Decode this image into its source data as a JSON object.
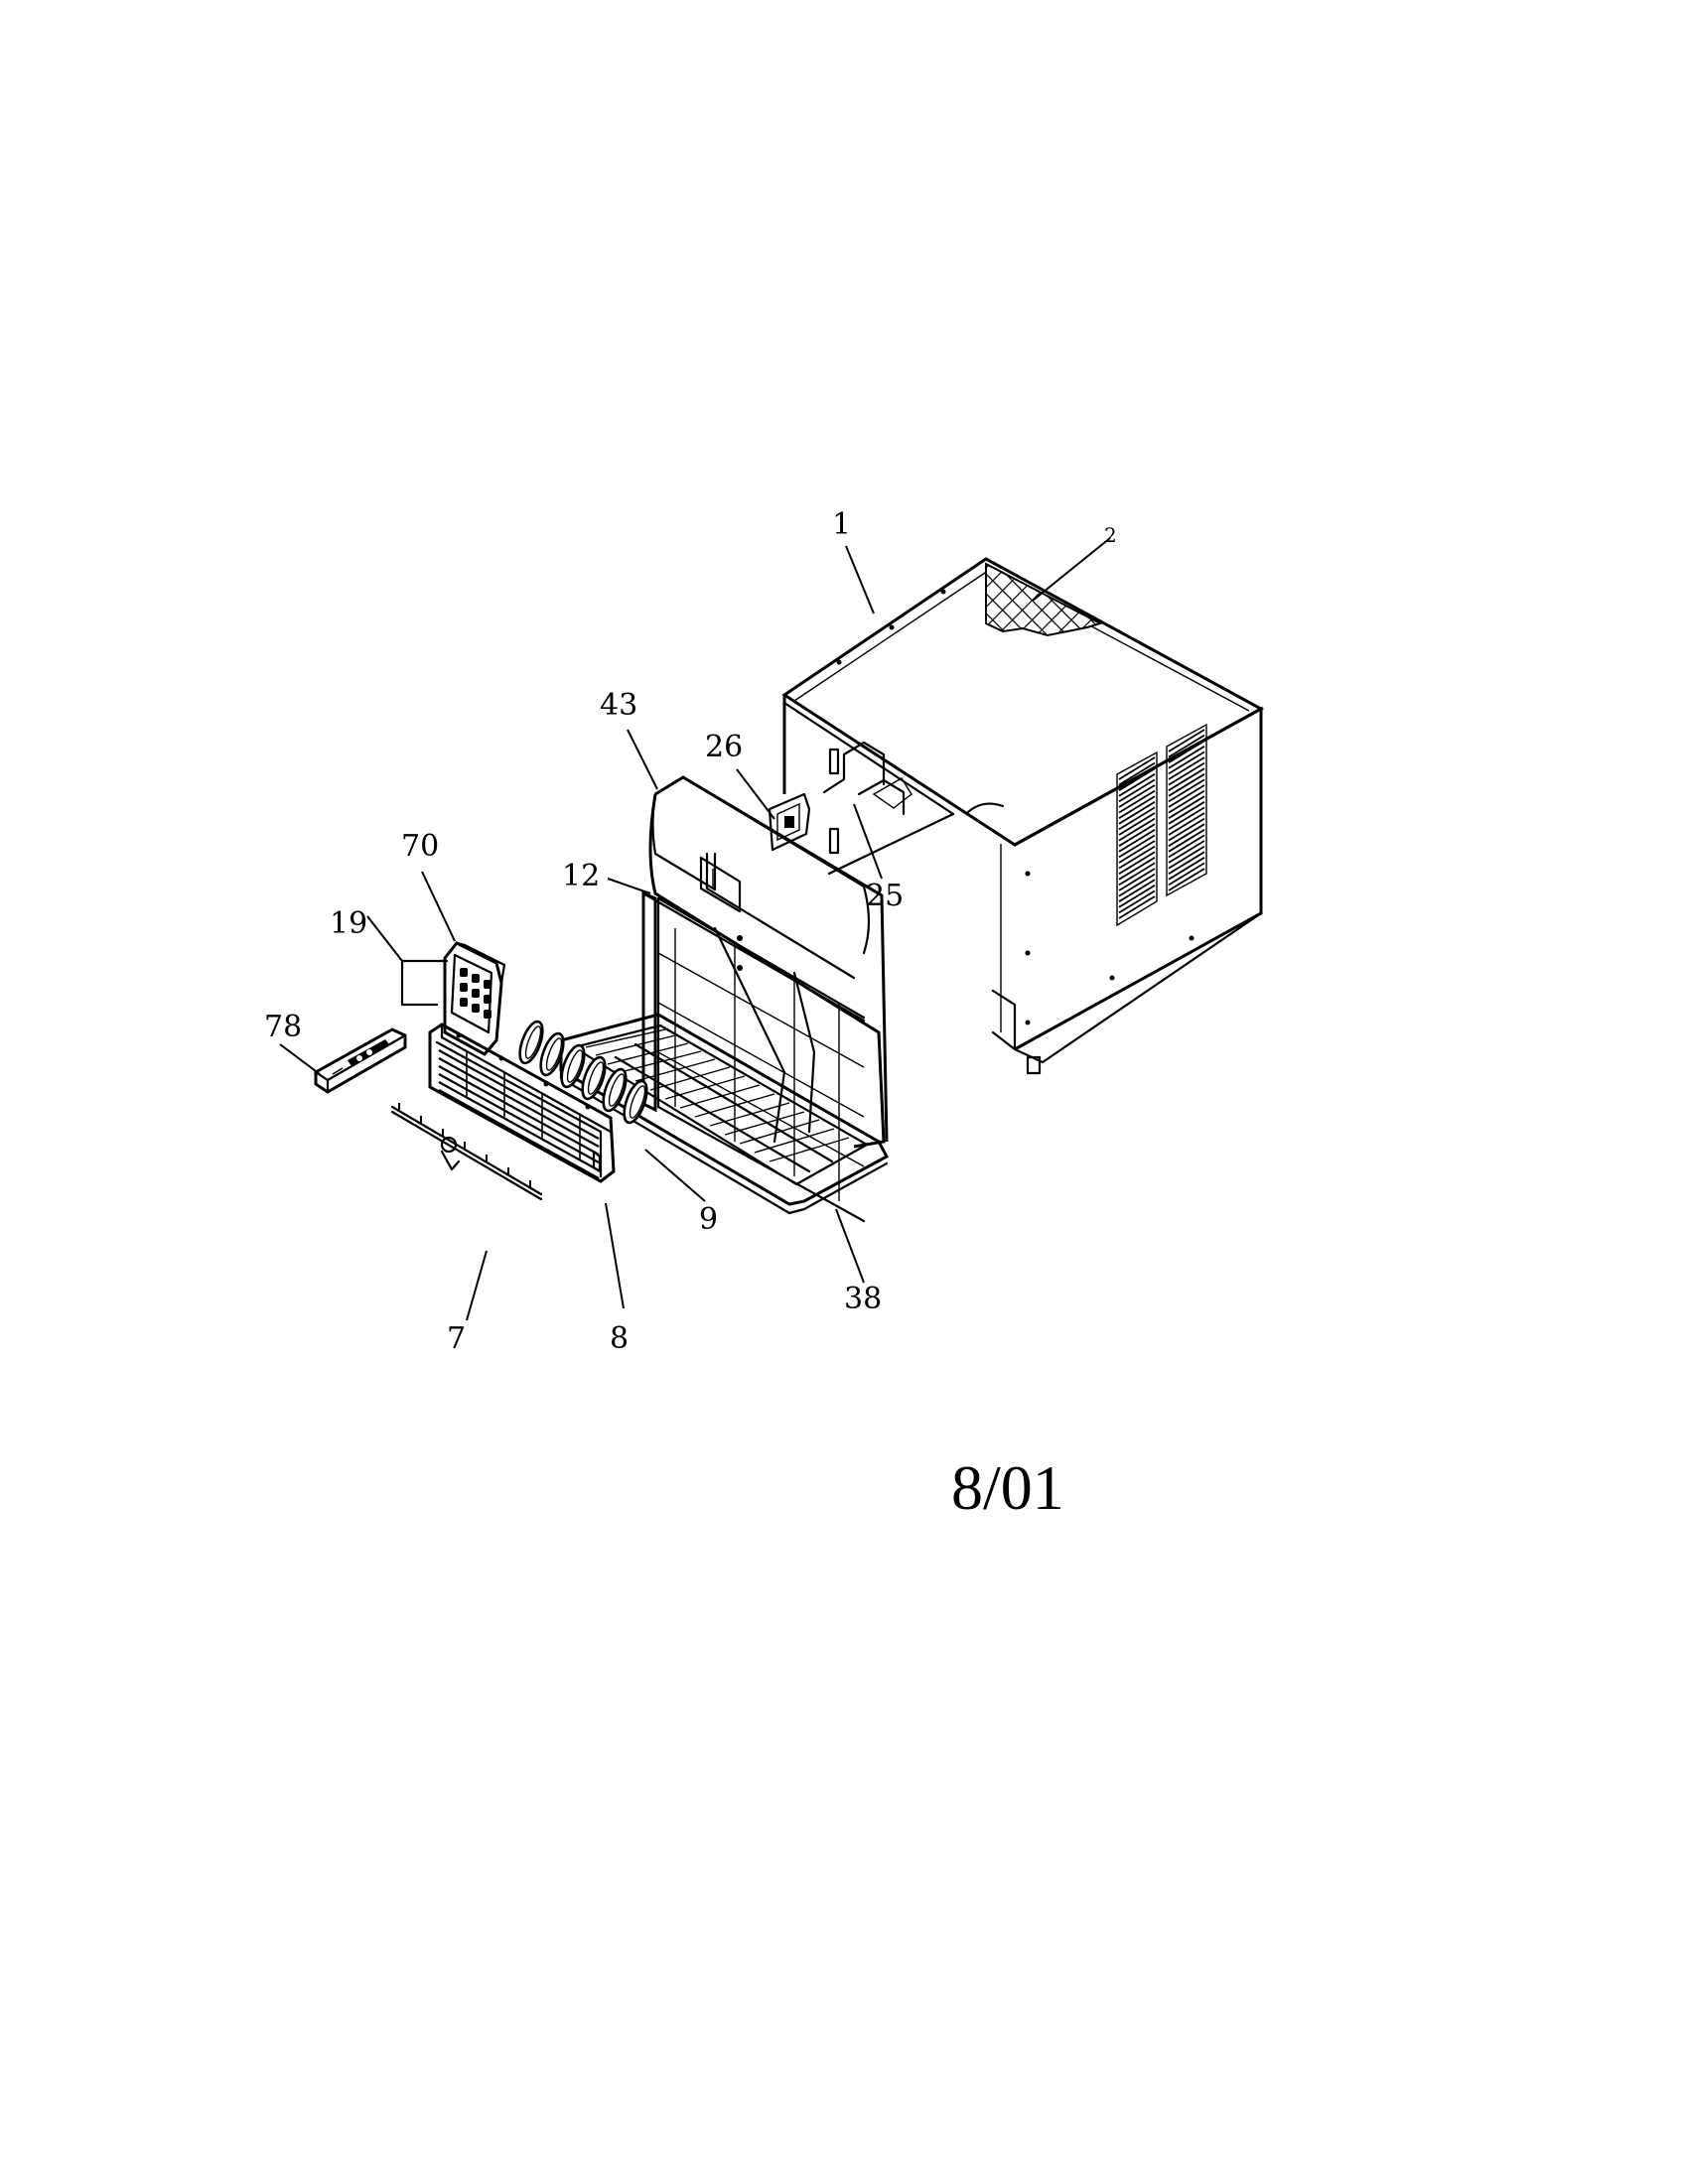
{
  "callouts": {
    "c1": "1",
    "c2": "2",
    "c43": "43",
    "c26": "26",
    "c25": "25",
    "c70": "70",
    "c12": "12",
    "c19": "19",
    "c78": "78",
    "c9": "9",
    "c38": "38",
    "c7": "7",
    "c8": "8"
  },
  "date_code": "8/01"
}
